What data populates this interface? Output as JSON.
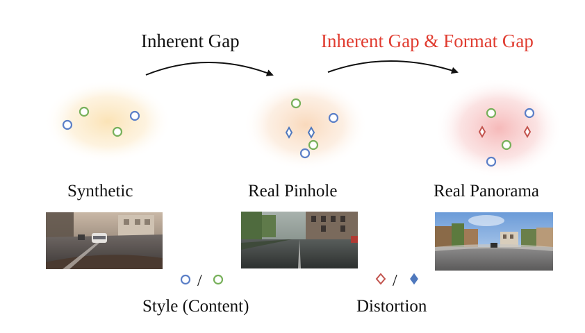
{
  "gaps": {
    "first": {
      "label": "Inherent Gap",
      "color": "#111111"
    },
    "second": {
      "label": "Inherent Gap & Format Gap",
      "color": "#e03b2f"
    }
  },
  "domains": [
    {
      "label": "Synthetic",
      "glow_color": "#f7dfae"
    },
    {
      "label": "Real Pinhole",
      "glow_color": "#f8d7bd"
    },
    {
      "label": "Real Panorama",
      "glow_color": "#f7c1c1"
    }
  ],
  "legend": {
    "style": {
      "label": "Style (Content)",
      "separator": "/"
    },
    "distortion": {
      "label": "Distortion",
      "separator": "/"
    }
  },
  "colors": {
    "blue_circle": "#5b7fc7",
    "green_circle": "#77b05a",
    "red_diamond": "#c2534d",
    "blue_diamond": "#4f78bd",
    "arrow": "#111111"
  },
  "thumbnails": [
    {
      "name": "synthetic-road-scene-image"
    },
    {
      "name": "real-pinhole-street-image"
    },
    {
      "name": "real-panorama-street-image"
    }
  ]
}
